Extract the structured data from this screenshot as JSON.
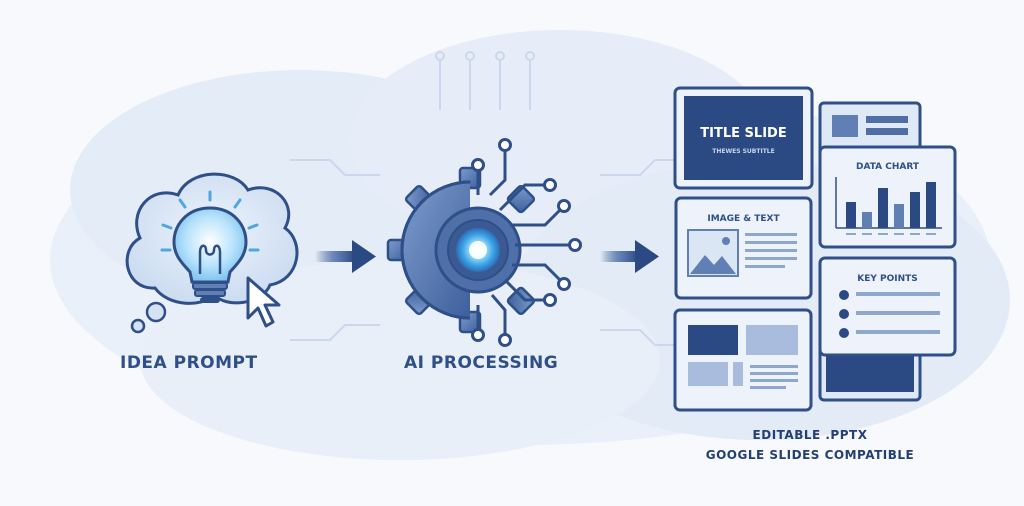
{
  "steps": {
    "idea_label": "IDEA PROMPT",
    "ai_label": "AI PROCESSING"
  },
  "slides": {
    "title_slide": "TITLE SLIDE",
    "title_subtitle": "THEWES SUBTITLE",
    "image_text": "IMAGE & TEXT",
    "data_chart": "DATA CHART",
    "key_points": "KEY POINTS"
  },
  "output": {
    "line1": "EDITABLE .PPTX",
    "line2": "GOOGLE SLIDES COMPATIBLE"
  },
  "colors": {
    "navy": "#2b4a83",
    "mid_blue": "#5f7fb5",
    "light_blue": "#dbe6f5",
    "glow": "#43b4ee"
  },
  "icons": [
    "lightbulb-icon",
    "cursor-icon",
    "gear-icon",
    "circuit-icon",
    "arrow-right-icon"
  ]
}
